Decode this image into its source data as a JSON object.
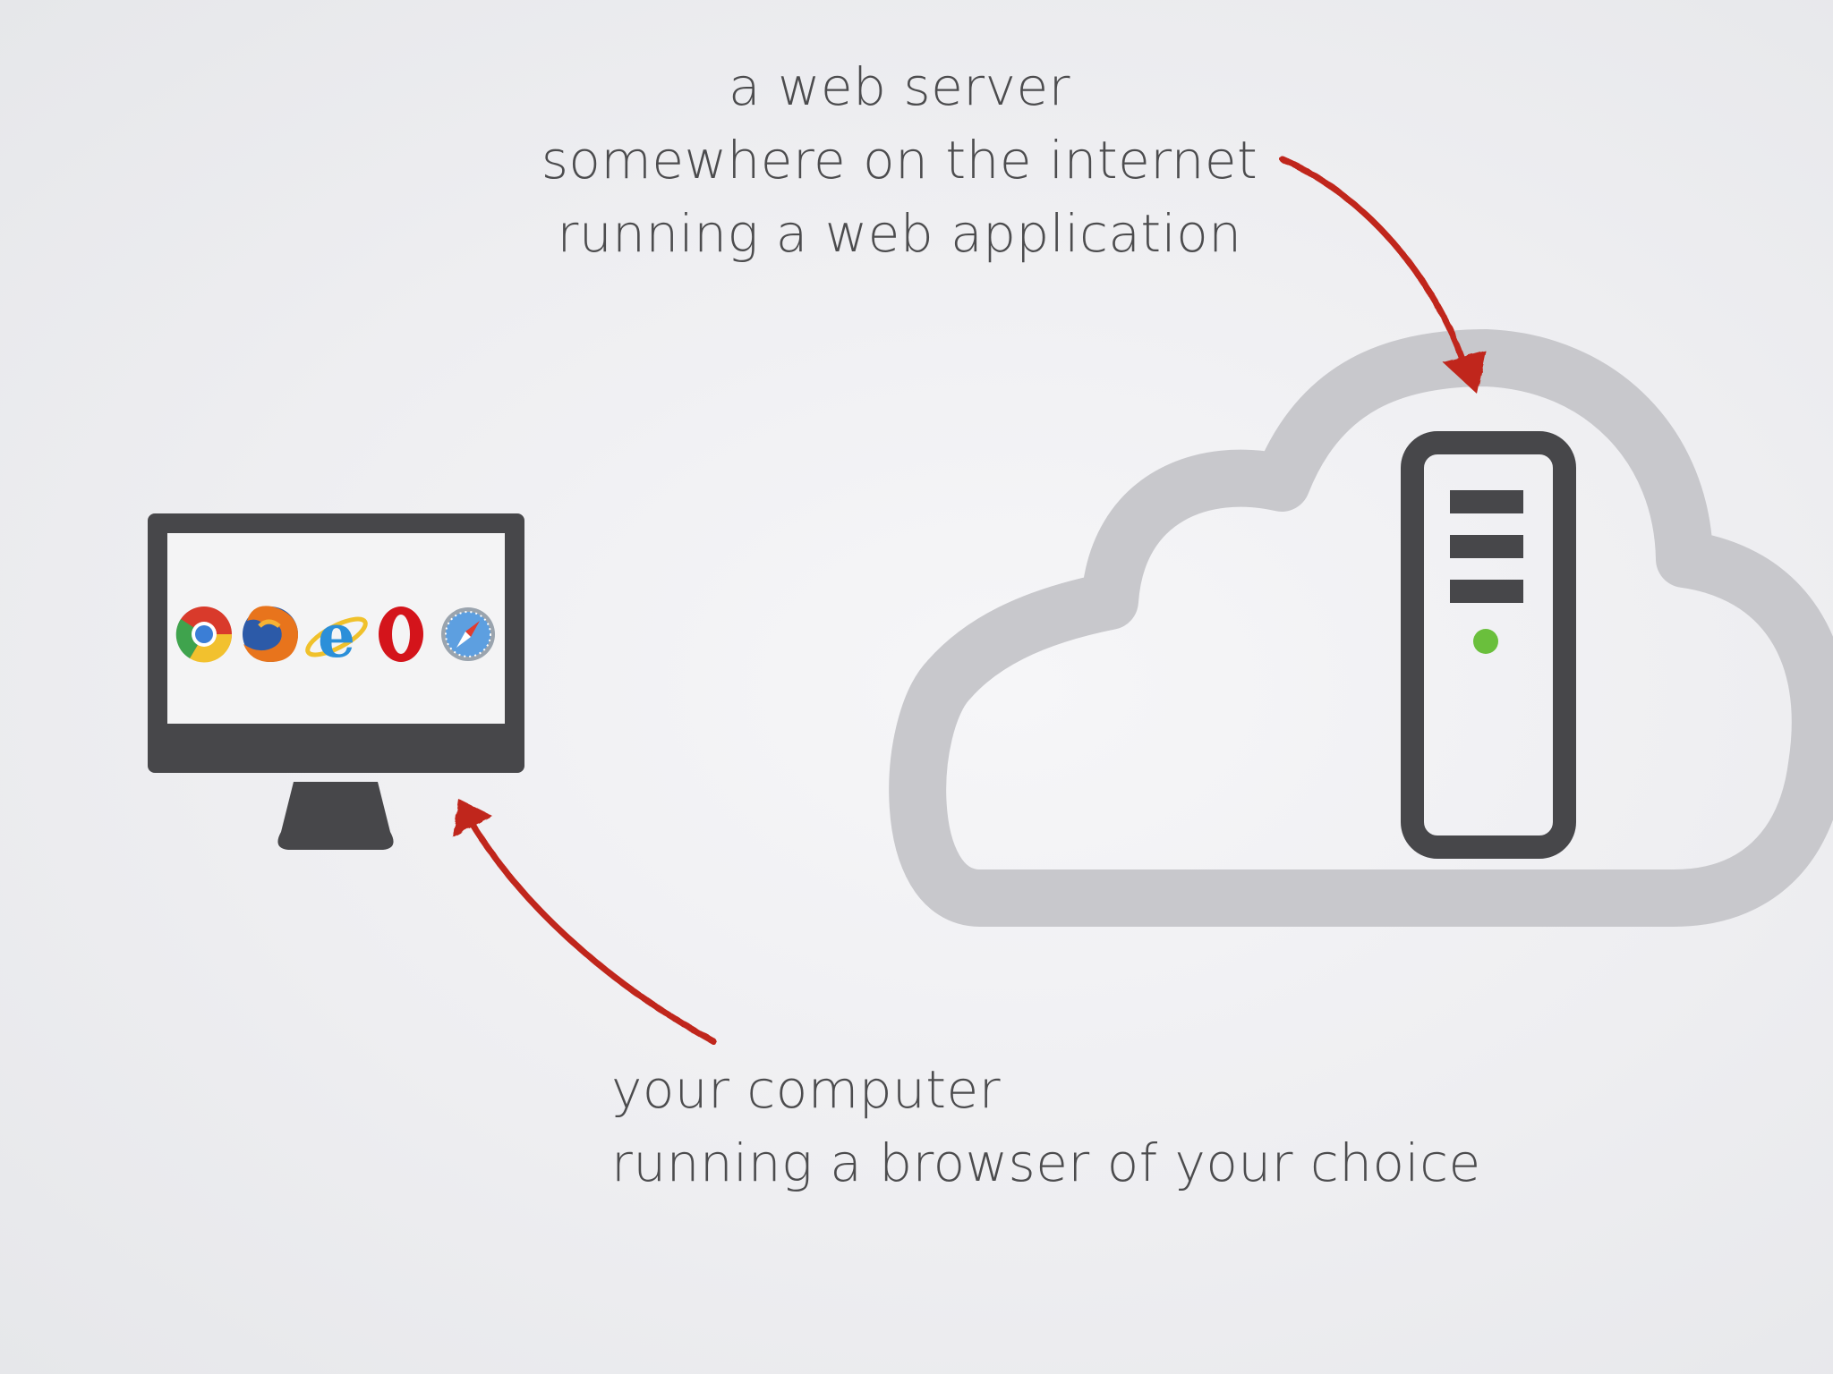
{
  "server_caption": {
    "line1": "a web server",
    "line2": "somewhere on the internet",
    "line3": "running a web application"
  },
  "computer_caption": {
    "line1": "your computer",
    "line2": "running a browser of your choice"
  },
  "icons": {
    "computer": "monitor-icon",
    "cloud": "cloud-icon",
    "server": "server-tower-icon",
    "browsers": [
      "chrome-icon",
      "firefox-icon",
      "internet-explorer-icon",
      "opera-icon",
      "safari-icon"
    ]
  },
  "colors": {
    "arrow": "#c0281c",
    "device": "#47474a",
    "cloud": "#c8c8cc",
    "status_led": "#6abf3c"
  }
}
